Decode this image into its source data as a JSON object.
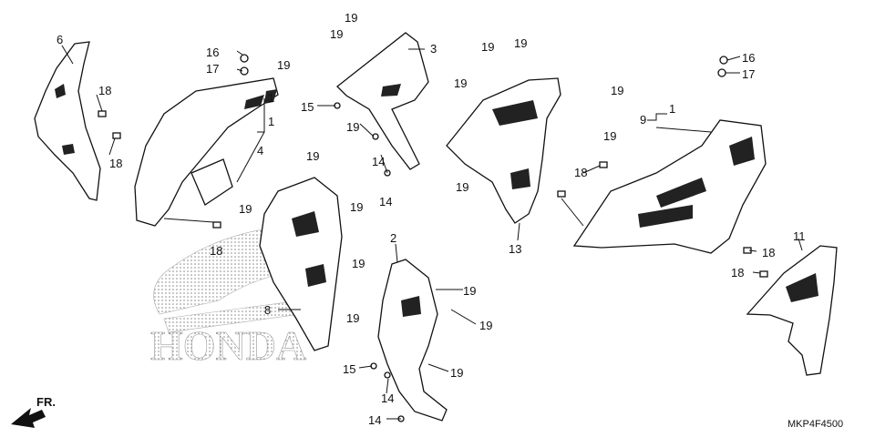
{
  "diagram_code": "MKP4F4500",
  "front_marker": "FR.",
  "watermark": {
    "brand_text": "HONDA"
  },
  "callouts": {
    "c1a": "1",
    "c1b": "1",
    "c2": "2",
    "c3": "3",
    "c4": "4",
    "c6": "6",
    "c8": "8",
    "c9": "9",
    "c11": "11",
    "c13": "13",
    "c14a": "14",
    "c14b": "14",
    "c14c": "14",
    "c14d": "14",
    "c15a": "15",
    "c15b": "15",
    "c16a": "16",
    "c16b": "16",
    "c17a": "17",
    "c17b": "17",
    "c18a": "18",
    "c18b": "18",
    "c18c": "18",
    "c18d": "18",
    "c18e": "18",
    "c18f": "18",
    "c19a": "19",
    "c19b": "19",
    "c19c": "19",
    "c19d": "19",
    "c19e": "19",
    "c19f": "19",
    "c19g": "19",
    "c19h": "19",
    "c19i": "19",
    "c19j": "19",
    "c19k": "19",
    "c19l": "19",
    "c19m": "19",
    "c19n": "19",
    "c19o": "19",
    "c19p": "19",
    "c19q": "19",
    "c19r": "19"
  }
}
